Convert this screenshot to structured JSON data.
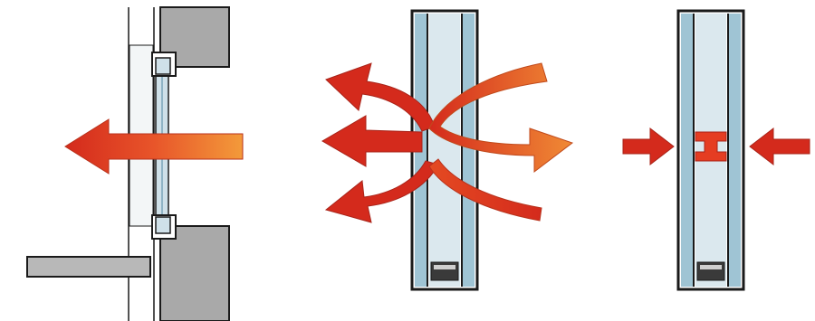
{
  "colors": {
    "background": "#ffffff",
    "outline": "#1a1a1a",
    "glass_light": "#cfe0e8",
    "glass_blue": "#9fc4d4",
    "wall_gray": "#a9a9a9",
    "sill_gray": "#b8b8b8",
    "arrow_red": "#d8301f",
    "arrow_orange": "#f07a2a",
    "spacer_dark": "#3a3a3a"
  },
  "panels": [
    {
      "name": "wall-with-single-glazing",
      "arrow": "heat-loss-leftward"
    },
    {
      "name": "double-glazing-unit",
      "arrow": "heat-reflected-and-transmitted"
    },
    {
      "name": "insulated-glazing-unit",
      "arrow": "inward-pressure"
    }
  ]
}
